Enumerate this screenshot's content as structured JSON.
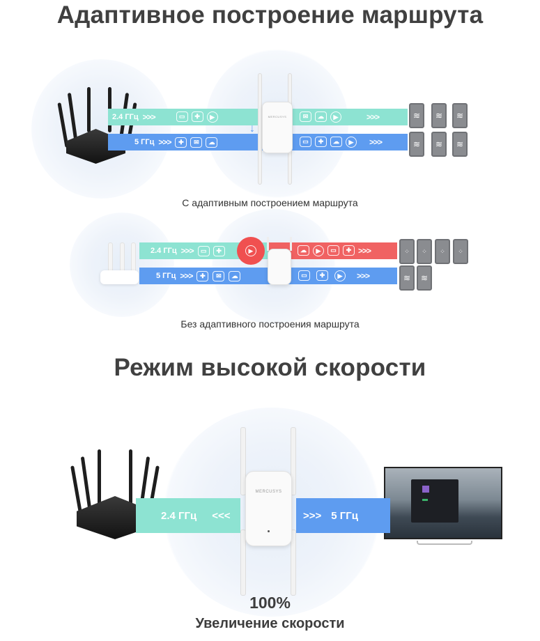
{
  "section1": {
    "title": "Адаптивное построение маршрута",
    "with_caption": "С адаптивным построением маршрута",
    "without_caption": "Без адаптивного построения маршрута"
  },
  "section2": {
    "title": "Режим высокой скорости",
    "percent": "100%",
    "subtitle": "Увеличение скорости",
    "band_24": "2.4 ГГц",
    "band_5": "5 ГГц",
    "arrows_in": "<<<",
    "arrows_out": ">>>"
  },
  "brand": "MERCUSYS",
  "bands": {
    "label_24": "2.4 ГГц",
    "label_5": "5 ГГц",
    "arrows": ">>>"
  },
  "diagram1": {
    "teal_left": [
      "video",
      "gamepad",
      "play"
    ],
    "teal_right": [
      "mail",
      "cloud",
      "play"
    ],
    "blue_left": [
      "gamepad",
      "mail",
      "cloud"
    ],
    "blue_right": [
      "video",
      "gamepad",
      "cloud",
      "play"
    ]
  },
  "diagram2": {
    "teal_left": [
      "video",
      "gamepad"
    ],
    "red_right": [
      "cloud",
      "play",
      "video",
      "gamepad"
    ],
    "blue_left": [
      "gamepad",
      "mail",
      "cloud"
    ],
    "blue_right": [
      "video",
      "gamepad",
      "play"
    ]
  },
  "colors": {
    "band_24": "#8de3d2",
    "band_5": "#5e9cf0",
    "congested": "#f06262"
  }
}
